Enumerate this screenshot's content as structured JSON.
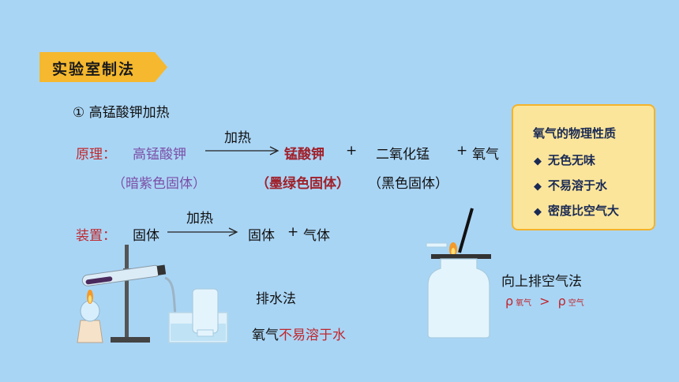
{
  "banner": {
    "title": "实验室制法"
  },
  "method": {
    "heading": "① 高锰酸钾加热"
  },
  "principle": {
    "label": "原理：",
    "reactant": "高锰酸钾",
    "condition": "加热",
    "product1": "锰酸钾",
    "plus1": "+",
    "product2": "二氧化锰",
    "plus2": "+",
    "product3": "氧气",
    "reactant_note": "（暗紫色固体）",
    "product1_note": "（墨绿色固体）",
    "product2_note": "（黑色固体）"
  },
  "apparatus": {
    "label": "装置：",
    "reactant": "固体",
    "condition": "加热",
    "product1": "固体",
    "plus": "+",
    "product2": "气体"
  },
  "water_method": {
    "title": "排水法",
    "reason_prefix": "氧气",
    "reason_highlight": "不易溶于水"
  },
  "air_method": {
    "title": "向上排空气法",
    "rho": "ρ",
    "oxygen_sub": "氧气",
    "gt": ">",
    "air_sub": "空气"
  },
  "properties": {
    "title": "氧气的物理性质",
    "items": [
      "无色无味",
      "不易溶于水",
      "密度比空气大"
    ]
  },
  "colors": {
    "background": "#a9d5f5",
    "banner": "#f5b82e",
    "highlight_red": "#c0272d",
    "purple": "#7b4fa6"
  }
}
